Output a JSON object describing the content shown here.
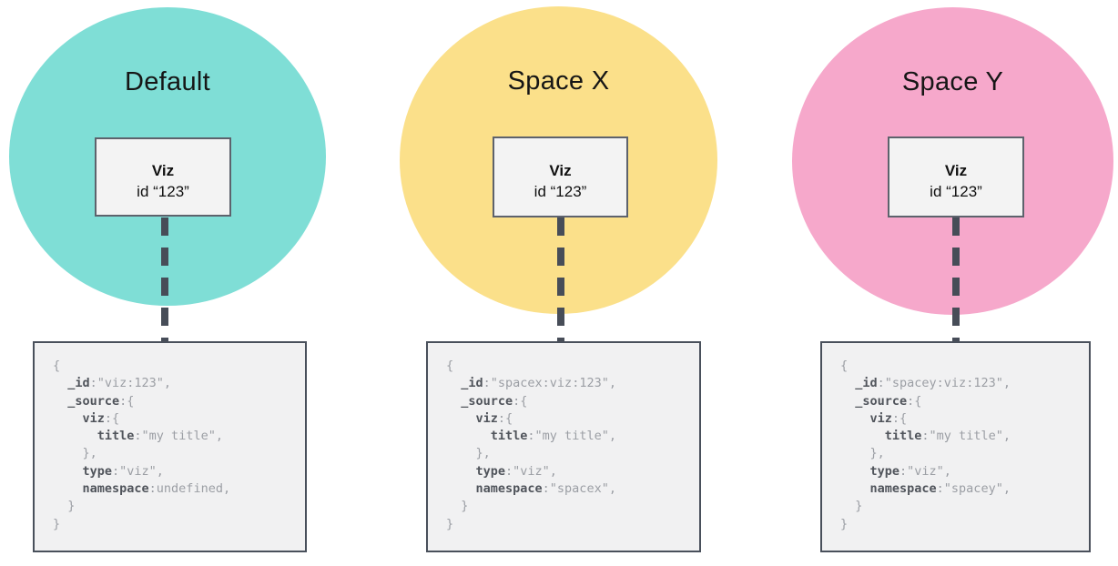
{
  "colors": {
    "default_circle": "#7FDED6",
    "spacex_circle": "#FBE08A",
    "spacey_circle": "#F6A8CB",
    "connector": "#474D58",
    "node_fill": "#F3F3F3",
    "code_box_fill": "#F1F1F2",
    "code_key": "#50545B",
    "code_value": "#9B9EA4"
  },
  "panels": [
    {
      "name": "default",
      "circle_label": "Default",
      "viz": {
        "title": "Viz",
        "id_line": "id “123”"
      },
      "code": [
        [
          {
            "t": "{",
            "k": false
          }
        ],
        [
          {
            "t": "  ",
            "k": false
          },
          {
            "t": "_id",
            "k": true
          },
          {
            "t": ":\"viz:123\",",
            "k": false
          }
        ],
        [
          {
            "t": "  ",
            "k": false
          },
          {
            "t": "_source",
            "k": true
          },
          {
            "t": ":{",
            "k": false
          }
        ],
        [
          {
            "t": "    ",
            "k": false
          },
          {
            "t": "viz",
            "k": true
          },
          {
            "t": ":{",
            "k": false
          }
        ],
        [
          {
            "t": "      ",
            "k": false
          },
          {
            "t": "title",
            "k": true
          },
          {
            "t": ":\"my title\",",
            "k": false
          }
        ],
        [
          {
            "t": "    },",
            "k": false
          }
        ],
        [
          {
            "t": "    ",
            "k": false
          },
          {
            "t": "type",
            "k": true
          },
          {
            "t": ":\"viz\",",
            "k": false
          }
        ],
        [
          {
            "t": "    ",
            "k": false
          },
          {
            "t": "namespace",
            "k": true
          },
          {
            "t": ":undefined,",
            "k": false
          }
        ],
        [
          {
            "t": "  }",
            "k": false
          }
        ],
        [
          {
            "t": "}",
            "k": false
          }
        ]
      ]
    },
    {
      "name": "spacex",
      "circle_label": "Space X",
      "viz": {
        "title": "Viz",
        "id_line": "id “123”"
      },
      "code": [
        [
          {
            "t": "{",
            "k": false
          }
        ],
        [
          {
            "t": "  ",
            "k": false
          },
          {
            "t": "_id",
            "k": true
          },
          {
            "t": ":\"spacex:viz:123\",",
            "k": false
          }
        ],
        [
          {
            "t": "  ",
            "k": false
          },
          {
            "t": "_source",
            "k": true
          },
          {
            "t": ":{",
            "k": false
          }
        ],
        [
          {
            "t": "    ",
            "k": false
          },
          {
            "t": "viz",
            "k": true
          },
          {
            "t": ":{",
            "k": false
          }
        ],
        [
          {
            "t": "      ",
            "k": false
          },
          {
            "t": "title",
            "k": true
          },
          {
            "t": ":\"my title\",",
            "k": false
          }
        ],
        [
          {
            "t": "    },",
            "k": false
          }
        ],
        [
          {
            "t": "    ",
            "k": false
          },
          {
            "t": "type",
            "k": true
          },
          {
            "t": ":\"viz\",",
            "k": false
          }
        ],
        [
          {
            "t": "    ",
            "k": false
          },
          {
            "t": "namespace",
            "k": true
          },
          {
            "t": ":\"spacex\",",
            "k": false
          }
        ],
        [
          {
            "t": "  }",
            "k": false
          }
        ],
        [
          {
            "t": "}",
            "k": false
          }
        ]
      ]
    },
    {
      "name": "spacey",
      "circle_label": "Space Y",
      "viz": {
        "title": "Viz",
        "id_line": "id “123”"
      },
      "code": [
        [
          {
            "t": "{",
            "k": false
          }
        ],
        [
          {
            "t": "  ",
            "k": false
          },
          {
            "t": "_id",
            "k": true
          },
          {
            "t": ":\"spacey:viz:123\",",
            "k": false
          }
        ],
        [
          {
            "t": "  ",
            "k": false
          },
          {
            "t": "_source",
            "k": true
          },
          {
            "t": ":{",
            "k": false
          }
        ],
        [
          {
            "t": "    ",
            "k": false
          },
          {
            "t": "viz",
            "k": true
          },
          {
            "t": ":{",
            "k": false
          }
        ],
        [
          {
            "t": "      ",
            "k": false
          },
          {
            "t": "title",
            "k": true
          },
          {
            "t": ":\"my title\",",
            "k": false
          }
        ],
        [
          {
            "t": "    },",
            "k": false
          }
        ],
        [
          {
            "t": "    ",
            "k": false
          },
          {
            "t": "type",
            "k": true
          },
          {
            "t": ":\"viz\",",
            "k": false
          }
        ],
        [
          {
            "t": "    ",
            "k": false
          },
          {
            "t": "namespace",
            "k": true
          },
          {
            "t": ":\"spacey\",",
            "k": false
          }
        ],
        [
          {
            "t": "  }",
            "k": false
          }
        ],
        [
          {
            "t": "}",
            "k": false
          }
        ]
      ]
    }
  ]
}
